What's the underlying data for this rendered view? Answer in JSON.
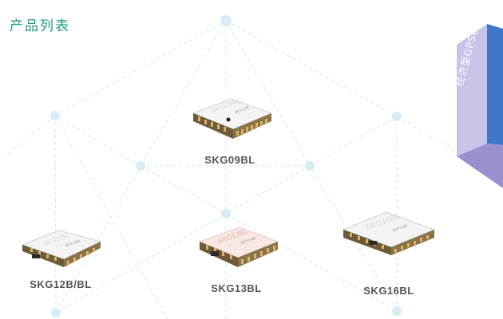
{
  "page": {
    "title": "产品列表",
    "accent_color": "#1f9a86"
  },
  "side_tab": {
    "label": "经济型GPS模块",
    "colors": {
      "front": "#c9c3e8",
      "side": "#3f76c9",
      "bottom": "#9b8fd0"
    }
  },
  "products": [
    {
      "name": "SKG09BL",
      "chip_text": "SKG09BL",
      "chip_sub": "SKYLAB",
      "variant": "white"
    },
    {
      "name": "SKG12B/BL",
      "chip_text": "SKG12BL",
      "chip_sub": "SKYLAB",
      "variant": "white"
    },
    {
      "name": "SKG13BL",
      "chip_text": "SKG13BL",
      "chip_sub": "SKYLAB",
      "variant": "pink"
    },
    {
      "name": "SKG16BL",
      "chip_text": "SKG16BL",
      "chip_sub": "SKYLAB",
      "variant": "white"
    }
  ]
}
